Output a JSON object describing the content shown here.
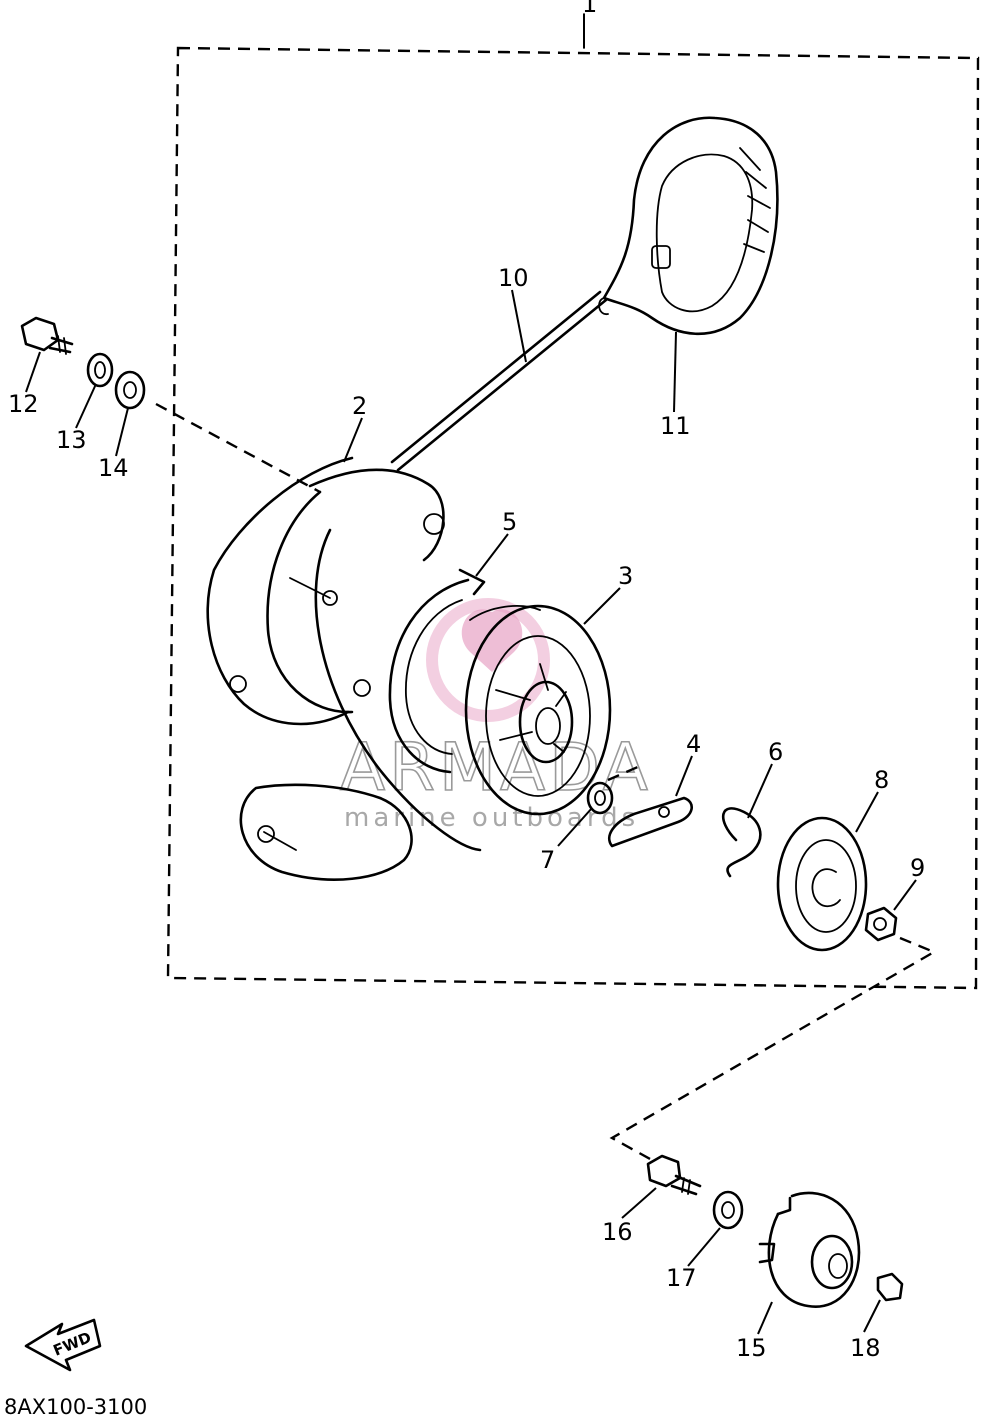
{
  "diagram": {
    "code": "8AX100-3100",
    "watermark": {
      "brand": "ARMADA",
      "tagline": "marine outboards"
    },
    "fwd_label": "FWD",
    "group_number": "1",
    "part_labels": [
      "2",
      "3",
      "4",
      "5",
      "6",
      "7",
      "8",
      "9",
      "10",
      "11",
      "12",
      "13",
      "14",
      "15",
      "16",
      "17",
      "18"
    ]
  }
}
